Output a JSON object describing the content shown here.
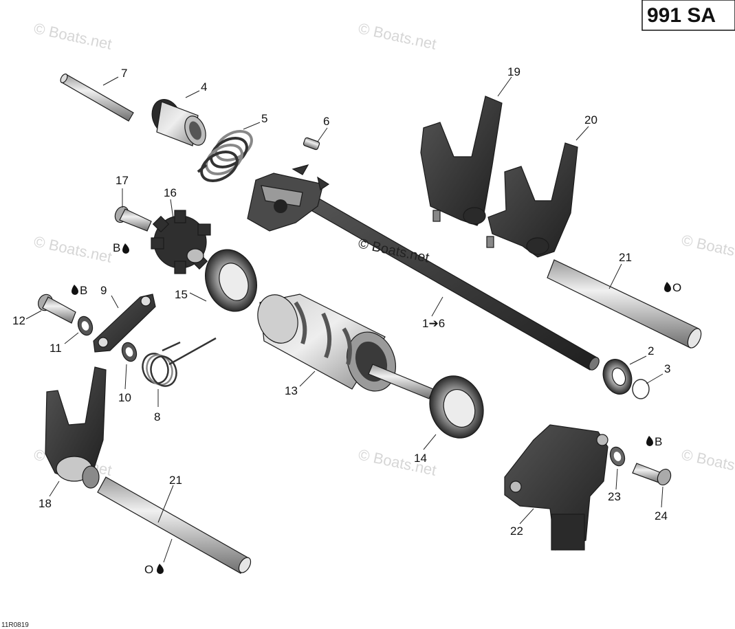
{
  "header": {
    "badge": "991 SA"
  },
  "footer": {
    "drawing_code": "11R0819"
  },
  "watermark": {
    "text": "© Boats.net"
  },
  "callouts": {
    "c1": "1➔6",
    "c2": "2",
    "c3": "3",
    "c4": "4",
    "c5": "5",
    "c6": "6",
    "c7": "7",
    "c8": "8",
    "c9": "9",
    "c10": "10",
    "c11": "11",
    "c12": "12",
    "c13": "13",
    "c14": "14",
    "c15": "15",
    "c16": "16",
    "c17": "17",
    "c18": "18",
    "c19": "19",
    "c20": "20",
    "c21a": "21",
    "c21b": "21",
    "c22": "22",
    "c23": "23",
    "c24": "24"
  },
  "lube_marks": {
    "b_17": "B",
    "b_12": "B",
    "b_24": "B",
    "o_21a": "O",
    "o_21b": "O"
  },
  "colors": {
    "dark_part": "#3a3a3a",
    "mid_part": "#8a8a8a",
    "light_part": "#d4d4d4",
    "watermark": "#d6d6d6"
  }
}
